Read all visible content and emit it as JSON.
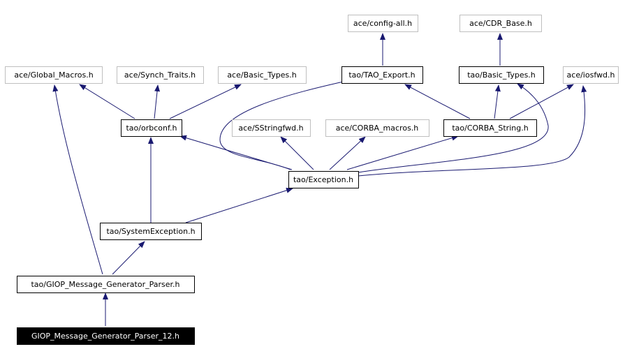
{
  "colors": {
    "edge": "#191970",
    "external_border": "#bfbfbf",
    "document_border": "#000000",
    "root_fill": "#000000"
  },
  "nodes": {
    "root": "GIOP_Message_Generator_Parser_12.h",
    "generator_parser": "tao/GIOP_Message_Generator_Parser.h",
    "system_exception": "tao/SystemException.h",
    "exception": "tao/Exception.h",
    "orbconf": "tao/orbconf.h",
    "global_macros": "ace/Global_Macros.h",
    "synch_traits": "ace/Synch_Traits.h",
    "ace_basic_types": "ace/Basic_Types.h",
    "tao_export": "tao/TAO_Export.h",
    "config_all": "ace/config-all.h",
    "sstringfwd": "ace/SStringfwd.h",
    "corba_macros": "ace/CORBA_macros.h",
    "corba_string": "tao/CORBA_String.h",
    "tao_basic_types": "tao/Basic_Types.h",
    "cdr_base": "ace/CDR_Base.h",
    "iosfwd": "ace/iosfwd.h"
  }
}
